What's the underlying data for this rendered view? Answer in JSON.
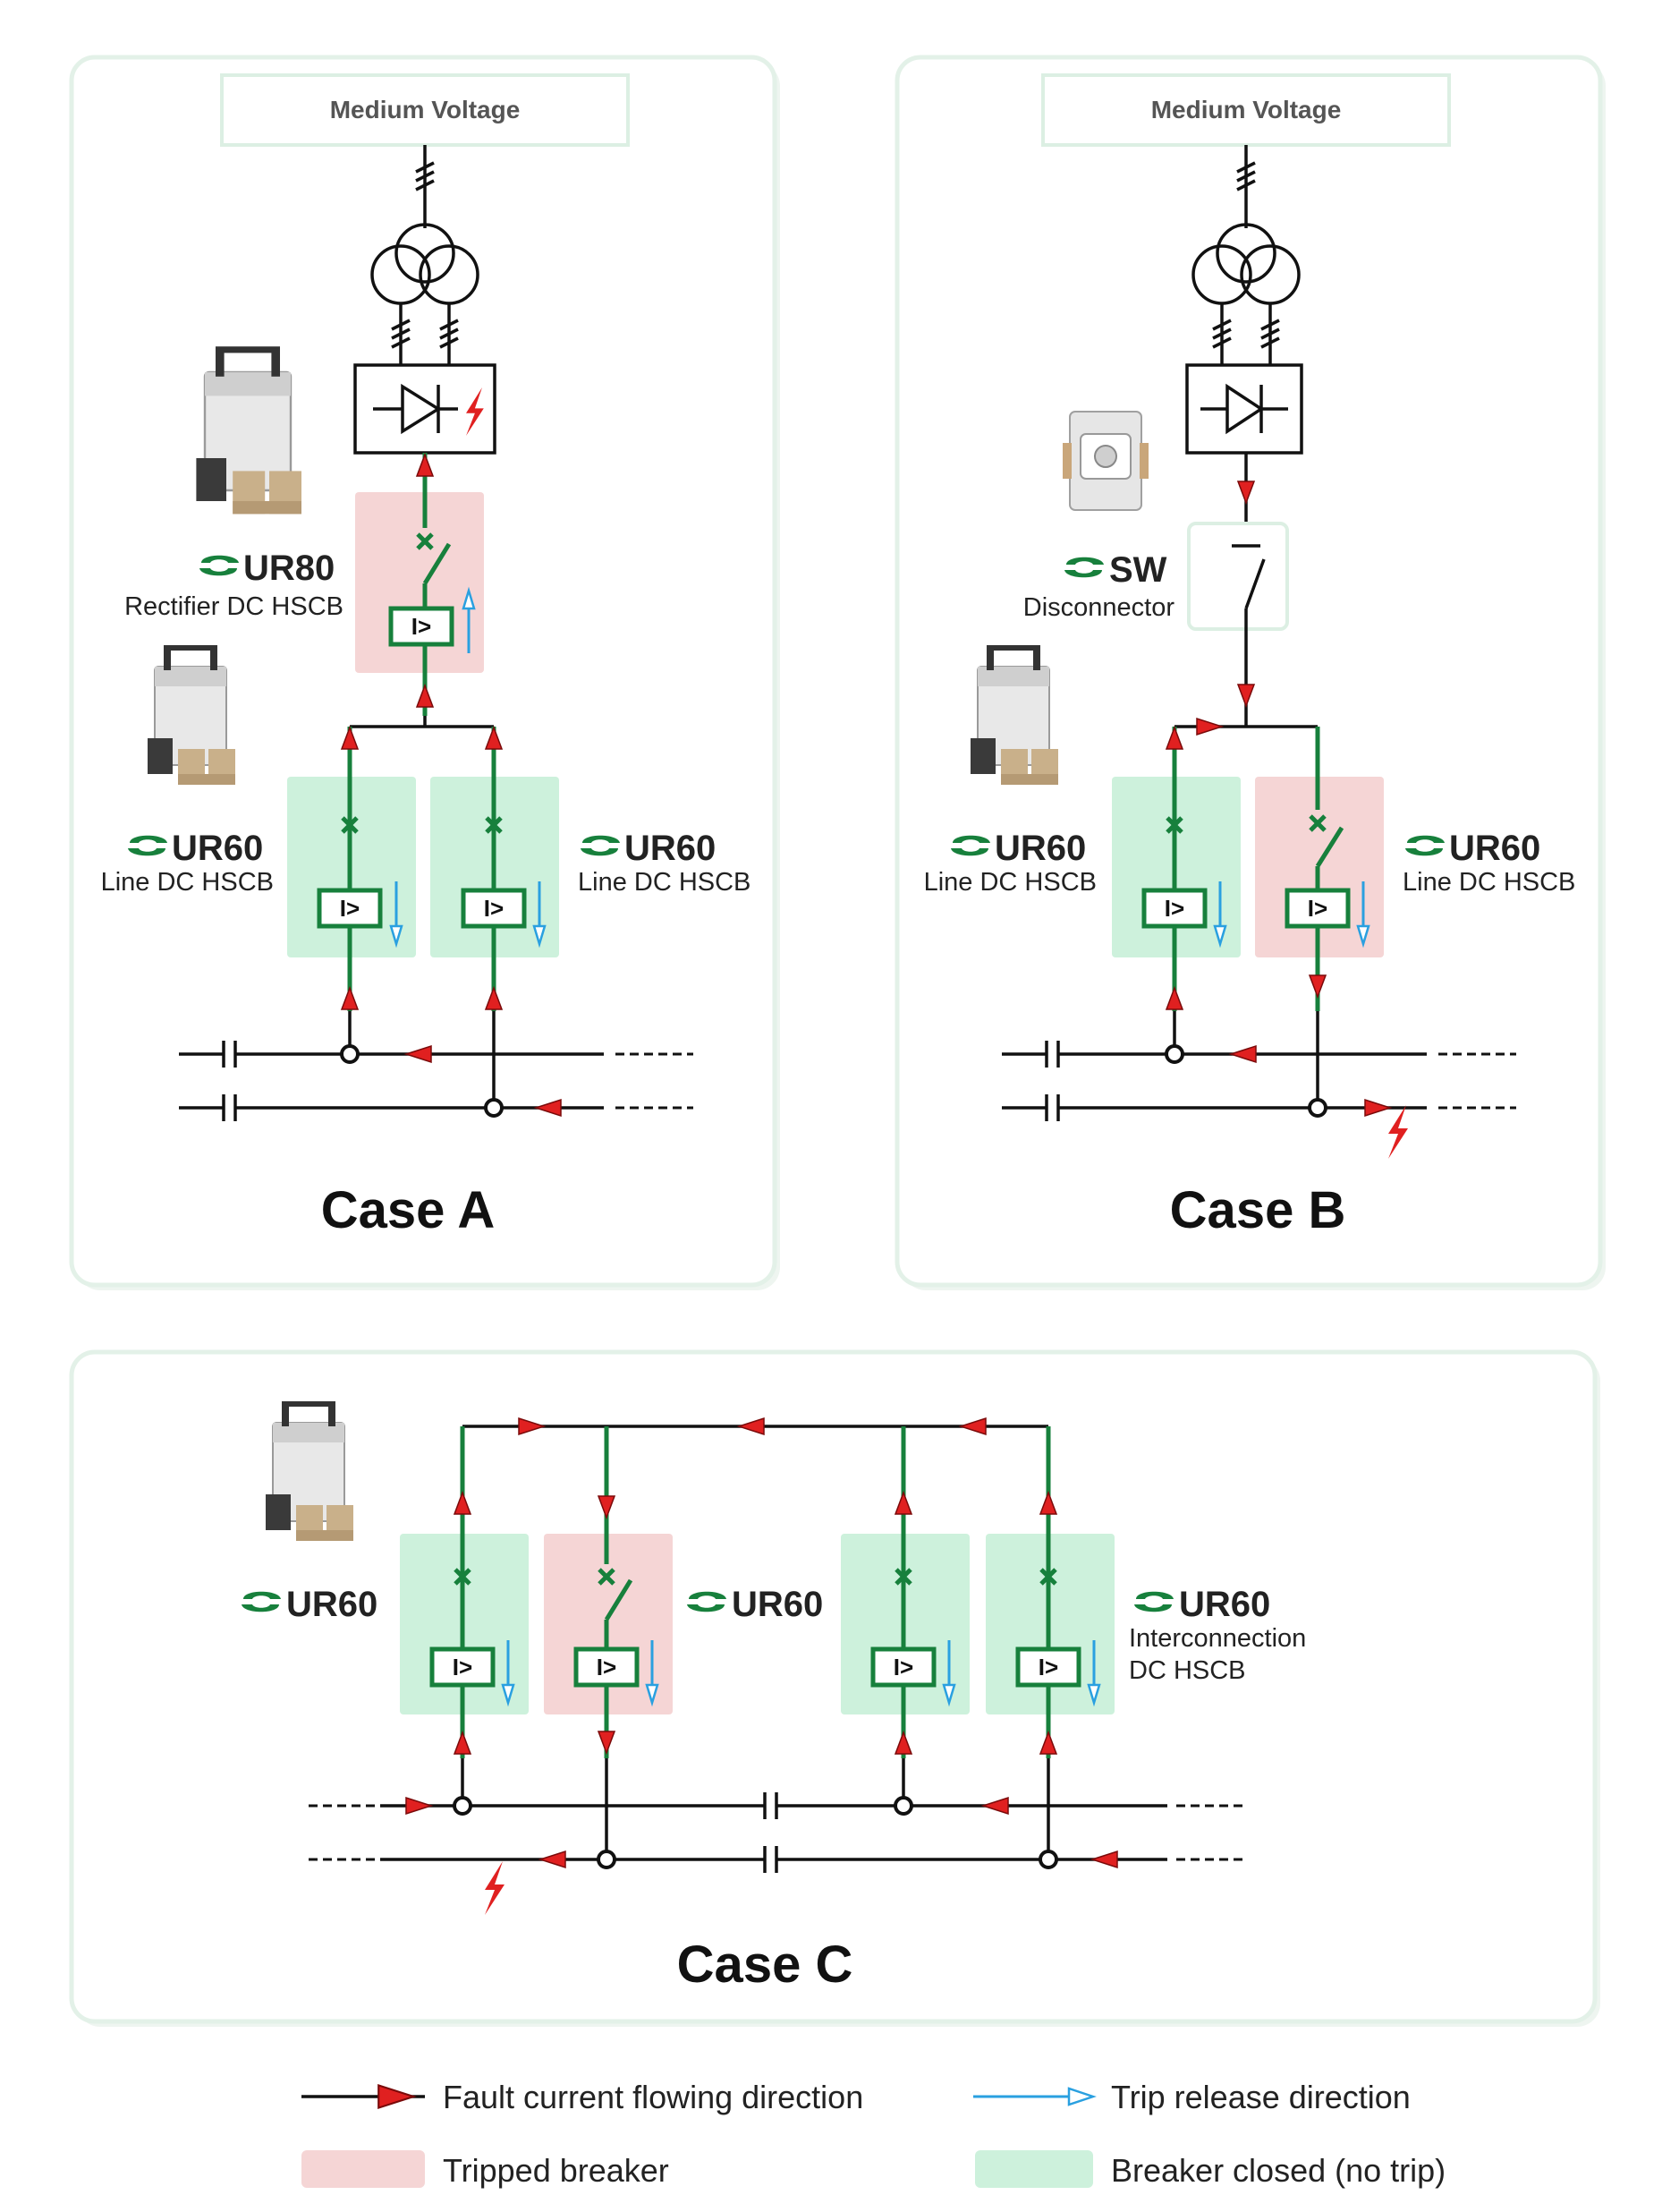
{
  "cases": {
    "a": {
      "title": "Case A",
      "mv_label": "Medium Voltage",
      "rectifier_breaker": {
        "model": "UR80",
        "desc": "Rectifier DC HSCB",
        "relay": "I>"
      },
      "line_left": {
        "model": "UR60",
        "desc": "Line DC HSCB",
        "relay": "I>"
      },
      "line_right": {
        "model": "UR60",
        "desc": "Line DC HSCB",
        "relay": "I>"
      }
    },
    "b": {
      "title": "Case B",
      "mv_label": "Medium Voltage",
      "disconnector": {
        "model": "SW",
        "desc": "Disconnector"
      },
      "line_left": {
        "model": "UR60",
        "desc": "Line DC HSCB",
        "relay": "I>"
      },
      "line_right": {
        "model": "UR60",
        "desc": "Line DC HSCB",
        "relay": "I>"
      }
    },
    "c": {
      "title": "Case C",
      "left_model": "UR60",
      "middle_model": "UR60",
      "right": {
        "model": "UR60",
        "desc_line1": "Interconnection",
        "desc_line2": "DC HSCB"
      },
      "relay": "I>"
    }
  },
  "legend": {
    "fault_current": "Fault current flowing direction",
    "trip_release": "Trip release direction",
    "tripped": "Tripped breaker",
    "closed": "Breaker closed (no trip)"
  },
  "colors": {
    "tripped_fill": "#f5d5d5",
    "closed_fill": "#cdf1dc",
    "breaker_green": "#17803c",
    "fault_red": "#e02020",
    "trip_blue": "#2aa0e0"
  }
}
